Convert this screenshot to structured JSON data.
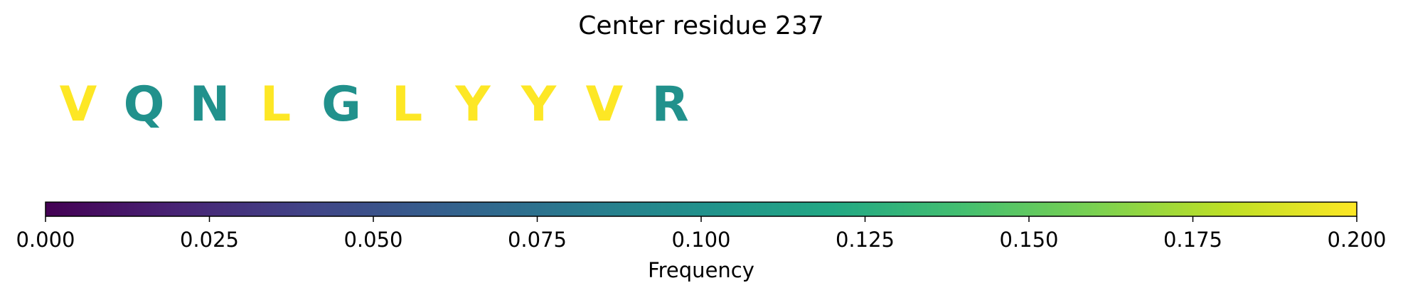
{
  "chart_data": {
    "type": "heatmap",
    "title": "Center residue 237",
    "residues": [
      {
        "letter": "V",
        "frequency": 0.2
      },
      {
        "letter": "Q",
        "frequency": 0.1
      },
      {
        "letter": "N",
        "frequency": 0.1
      },
      {
        "letter": "L",
        "frequency": 0.2
      },
      {
        "letter": "G",
        "frequency": 0.1
      },
      {
        "letter": "L",
        "frequency": 0.2
      },
      {
        "letter": "Y",
        "frequency": 0.2
      },
      {
        "letter": "Y",
        "frequency": 0.2
      },
      {
        "letter": "V",
        "frequency": 0.2
      },
      {
        "letter": "R",
        "frequency": 0.1
      }
    ],
    "colorbar": {
      "label": "Frequency",
      "colormap": "viridis",
      "range": [
        0.0,
        0.2
      ],
      "ticks": [
        0.0,
        0.025,
        0.05,
        0.075,
        0.1,
        0.125,
        0.15,
        0.175,
        0.2
      ],
      "tick_labels": [
        "0.000",
        "0.025",
        "0.050",
        "0.075",
        "0.100",
        "0.125",
        "0.150",
        "0.175",
        "0.200"
      ]
    }
  }
}
